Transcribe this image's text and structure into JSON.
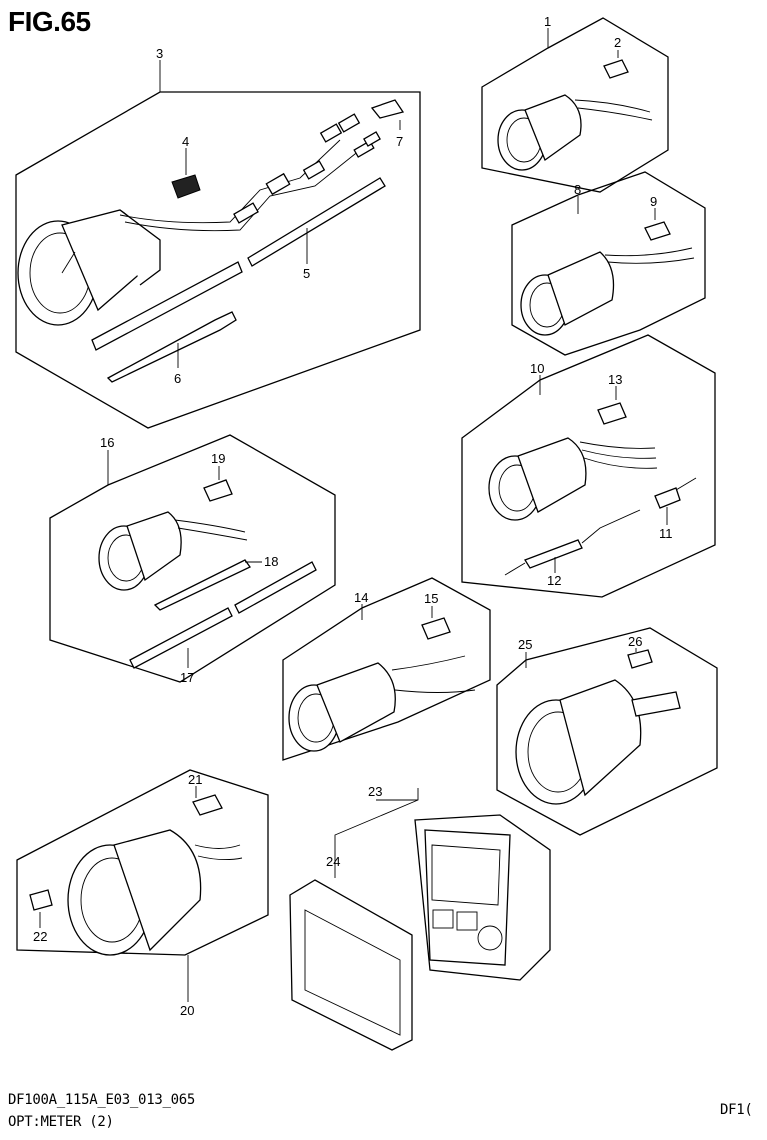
{
  "figure_title": "FIG.65",
  "footer": {
    "code": "DF100A_115A_E03_013_065",
    "name": "OPT:METER (2)",
    "corner": "DF1("
  },
  "callouts": [
    "1",
    "2",
    "3",
    "4",
    "5",
    "6",
    "7",
    "8",
    "9",
    "10",
    "11",
    "12",
    "13",
    "14",
    "15",
    "16",
    "17",
    "18",
    "19",
    "20",
    "21",
    "22",
    "23",
    "24",
    "25",
    "26"
  ]
}
